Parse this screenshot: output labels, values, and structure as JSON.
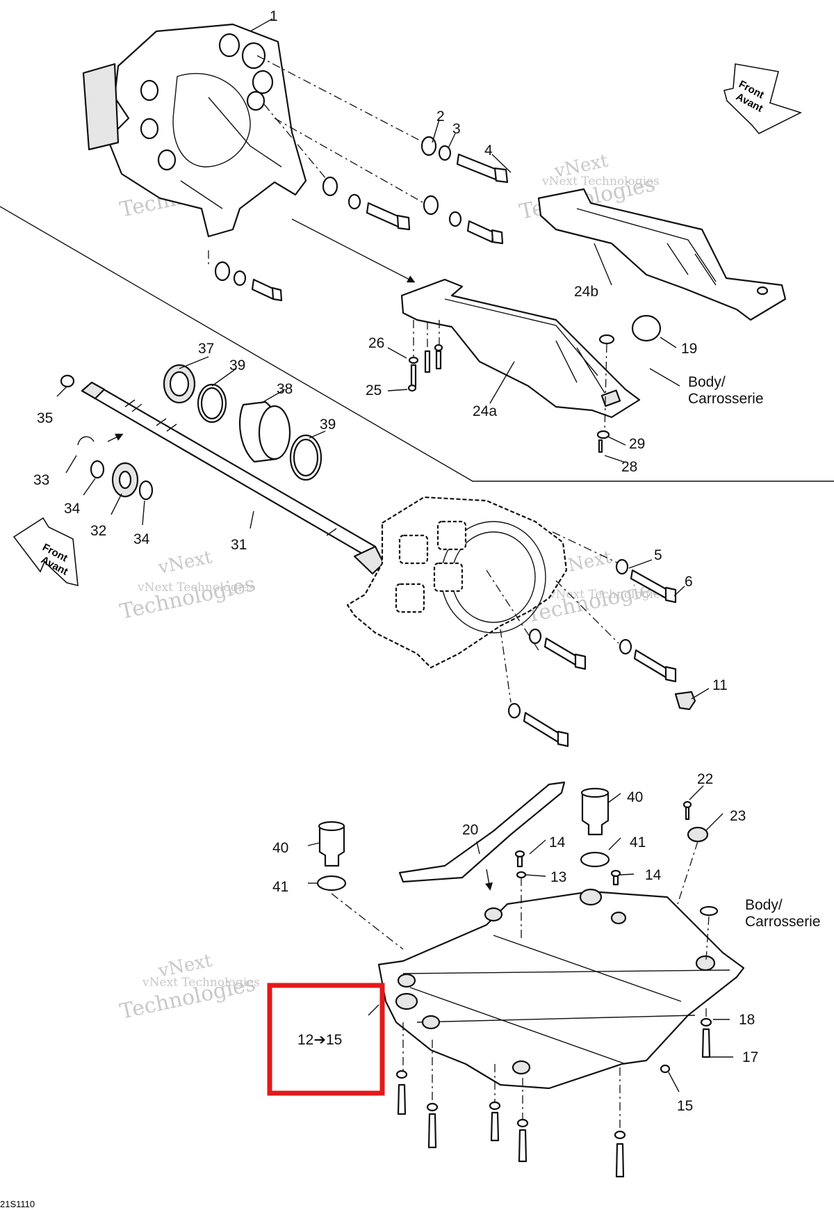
{
  "labels": {
    "l1": "1",
    "l2": "2",
    "l3": "3",
    "l4": "4",
    "l5": "5",
    "l6": "6",
    "l11": "11",
    "l13": "13",
    "l14a": "14",
    "l14b": "14",
    "l15": "15",
    "l17": "17",
    "l18": "18",
    "l19": "19",
    "l20": "20",
    "l22": "22",
    "l23": "23",
    "l24a": "24a",
    "l24b": "24b",
    "l25": "25",
    "l26": "26",
    "l28": "28",
    "l29": "29",
    "l31": "31",
    "l32": "32",
    "l33": "33",
    "l34a": "34",
    "l34b": "34",
    "l35": "35",
    "l37": "37",
    "l38": "38",
    "l39a": "39",
    "l39b": "39",
    "l40a": "40",
    "l40b": "40",
    "l41a": "41",
    "l41b": "41",
    "range": "12➔15"
  },
  "notes": {
    "body1_line1": "Body/",
    "body1_line2": "Carrosserie",
    "body2_line1": "Body/",
    "body2_line2": "Carrosserie"
  },
  "front_arrows": {
    "top_line1": "Front",
    "top_line2": "Avant",
    "mid_line1": "Front",
    "mid_line2": "Avant"
  },
  "watermark": {
    "line1": "vNext",
    "line2": "vNext Technologies",
    "line3": "Technologies"
  },
  "figure_code": "21S1110",
  "highlight_color": "#e3191b"
}
